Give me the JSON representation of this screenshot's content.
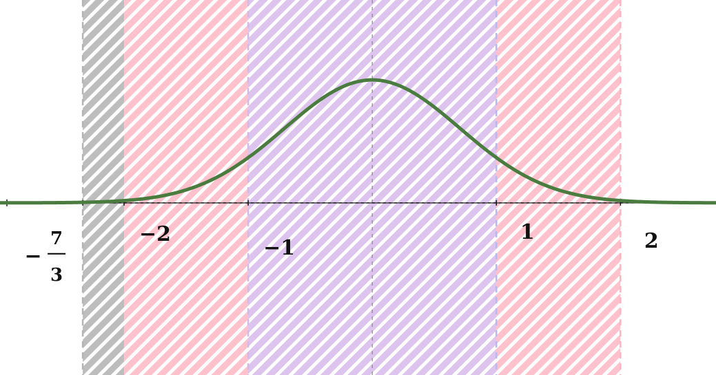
{
  "chart_data": {
    "type": "line",
    "title": "",
    "xlabel": "",
    "ylabel": "",
    "xlim": [
      -3.0,
      2.77
    ],
    "ylim": [
      -1.4,
      1.65
    ],
    "grid": false,
    "curve": {
      "function": "exp(-x^2)",
      "domain": [
        -3.0,
        2.77
      ],
      "color": "#4a7c3f"
    },
    "tick_labels": [
      {
        "x": -2.333,
        "text": "7/3",
        "sign": "−",
        "kind": "fraction",
        "numerator": "7",
        "denominator": "3"
      },
      {
        "x": -2,
        "text": "−2",
        "kind": "plain"
      },
      {
        "x": -1,
        "text": "−1",
        "kind": "plain"
      },
      {
        "x": 1,
        "text": "1",
        "kind": "plain"
      },
      {
        "x": 2,
        "text": "2",
        "kind": "plain"
      }
    ],
    "bands": [
      {
        "name": "gray-band",
        "x_from": -2.333,
        "x_to": -2,
        "color": "#b4b4b4"
      },
      {
        "name": "pink-band",
        "x_from": -2,
        "x_to": 2,
        "color": "#ffb3c0"
      },
      {
        "name": "purple-band",
        "x_from": -1,
        "x_to": 1,
        "color": "#d4b8e8"
      }
    ],
    "vertical_lines": [
      {
        "x": -2.333,
        "color": "#b4b4b4"
      },
      {
        "x": -1,
        "color": "#d4b8e8"
      },
      {
        "x": 0,
        "color": "#888888"
      },
      {
        "x": 1,
        "color": "#b8b8f0"
      },
      {
        "x": 2,
        "color": "#ffb3c0"
      }
    ],
    "axis_color": "#111111"
  }
}
